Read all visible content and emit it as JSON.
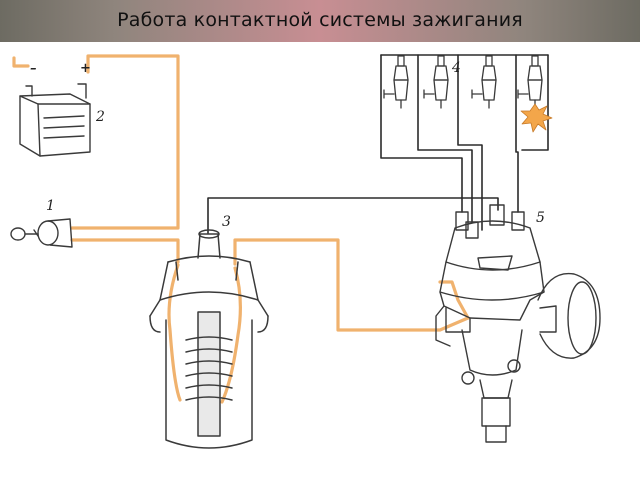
{
  "header": {
    "title": "Работа контактной системы зажигания"
  },
  "diagram": {
    "callouts": [
      "1",
      "2",
      "3",
      "4",
      "5"
    ],
    "battery_signs": {
      "minus": "–",
      "plus": "+"
    },
    "colors": {
      "wire_low": "#f0b26e",
      "wire_high": "#2b2b2b",
      "outline": "#3a3a3a",
      "spark": "#f3a64a",
      "header_center": "#c88e93",
      "header_edge": "#6d6b62"
    }
  }
}
